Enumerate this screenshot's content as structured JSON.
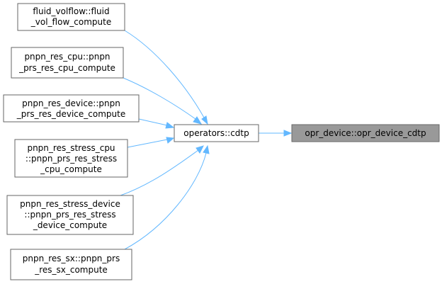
{
  "nodes": {
    "fluid_volflow": [
      "fluid_volflow::fluid",
      "_vol_flow_compute"
    ],
    "cpu": [
      "pnpn_res_cpu::pnpn",
      "_prs_res_cpu_compute"
    ],
    "device": [
      "pnpn_res_device::pnpn",
      "_prs_res_device_compute"
    ],
    "stress_cpu": [
      "pnpn_res_stress_cpu",
      "::pnpn_prs_res_stress",
      "_cpu_compute"
    ],
    "stress_device": [
      "pnpn_res_stress_device",
      "::pnpn_prs_res_stress",
      "_device_compute"
    ],
    "sx": [
      "pnpn_res_sx::pnpn_prs",
      "_res_sx_compute"
    ],
    "cdtp": [
      "operators::cdtp"
    ],
    "opr_device": [
      "opr_device::opr_device_cdtp"
    ]
  },
  "colors": {
    "edge": "#63b8ff",
    "border": "#666666",
    "highlight_fill": "#999999"
  }
}
